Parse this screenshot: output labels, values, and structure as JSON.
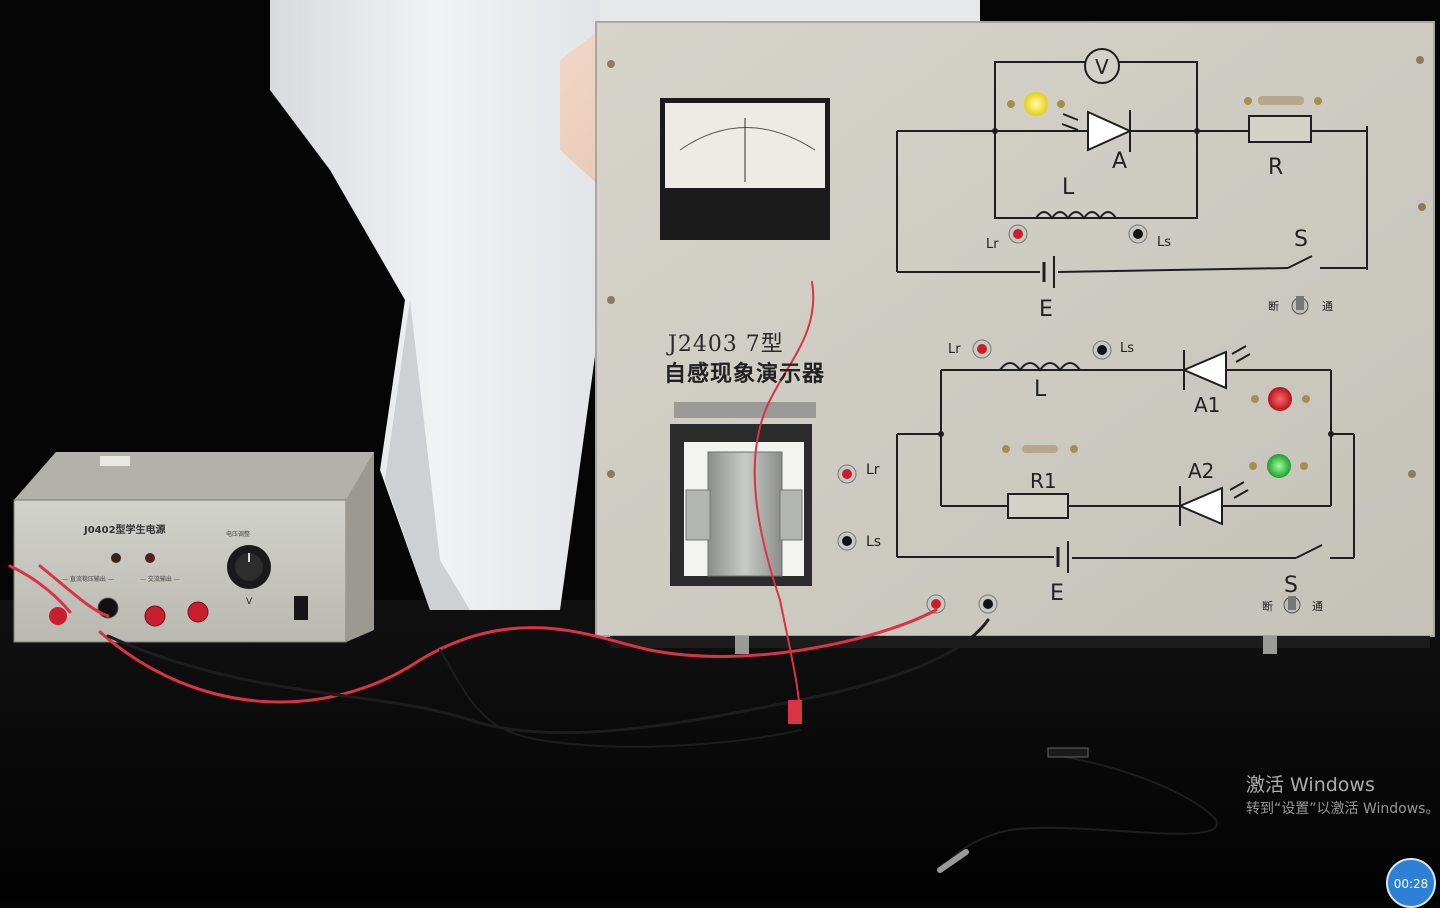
{
  "device": {
    "model_label": "J2403 7型",
    "title": "自感现象演示器"
  },
  "circuit_top": {
    "voltmeter": "V",
    "lamp": "A",
    "inductor": "L",
    "resistor": "R",
    "switch": "S",
    "battery": "E",
    "terminal_left": "Lr",
    "terminal_right": "Ls",
    "toggle_left": "断",
    "toggle_right": "通"
  },
  "circuit_bottom": {
    "inductor": "L",
    "lamp1": "A1",
    "lamp2": "A2",
    "resistor": "R1",
    "battery": "E",
    "switch": "S",
    "terminal_left": "Lr",
    "terminal_right": "Ls",
    "toggle_left": "断",
    "toggle_right": "通"
  },
  "transformer_terminals": {
    "top": "Lr",
    "bottom": "Ls"
  },
  "power_supply": {
    "label": "J0402型学生电源",
    "dc_label": "— 直流稳压输出 —",
    "ac_label": "— 交流输出 —",
    "knob_label": "电压调整",
    "knob_unit": "V"
  },
  "overlay": {
    "watermark_title": "激活 Windows",
    "watermark_subtitle": "转到“设置”以激活 Windows。",
    "timer": "00:28"
  },
  "colors": {
    "board": "#cfcdc4",
    "background": "#050505",
    "lamp_yellow": "#f3e32a",
    "lamp_red": "#d6202a",
    "lamp_green": "#37c44a",
    "wire_red": "#d93345",
    "wire_black": "#1a1a1a",
    "timer_badge": "#2e7fd6"
  }
}
